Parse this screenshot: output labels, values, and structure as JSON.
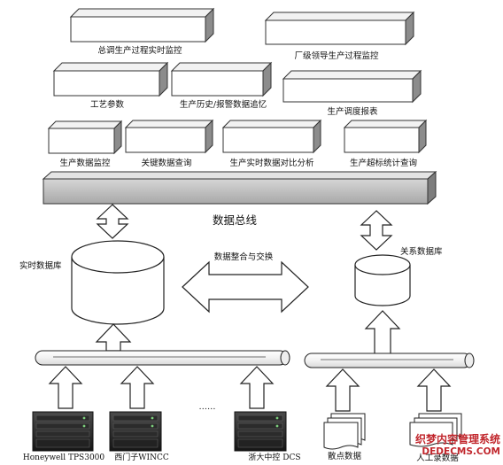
{
  "top_boxes": [
    {
      "id": "dispatch",
      "label": "总调生产过程实时监控"
    },
    {
      "id": "factory",
      "label": "厂级领导生产过程监控"
    },
    {
      "id": "process",
      "label": "工艺参数"
    },
    {
      "id": "history",
      "label": "生产历史/报警数据追忆"
    },
    {
      "id": "report",
      "label": "生产调度报表"
    },
    {
      "id": "monitor",
      "label": "生产数据监控"
    },
    {
      "id": "keyquery",
      "label": "关键数据查询"
    },
    {
      "id": "compare",
      "label": "生产实时数据对比分析"
    },
    {
      "id": "overlimit",
      "label": "生产超标统计查询"
    }
  ],
  "bus": {
    "label": "数据总线"
  },
  "realtime_db": {
    "label": "实时数据库"
  },
  "relational_db": {
    "label": "关系数据库"
  },
  "exchange": {
    "label": "数据整合与交换"
  },
  "sources": [
    {
      "id": "honeywell",
      "label": "Honeywell TPS3000"
    },
    {
      "id": "siemens",
      "label": "西门子WINCC"
    },
    {
      "id": "zheda",
      "label": "浙大中控 DCS"
    },
    {
      "id": "scattered",
      "label": "散点数据"
    },
    {
      "id": "manual",
      "label": "人工录数据"
    }
  ],
  "ellipsis": "……",
  "watermark": {
    "line1": "织梦内容管理系统",
    "line2": "DEDECMS.COM"
  }
}
